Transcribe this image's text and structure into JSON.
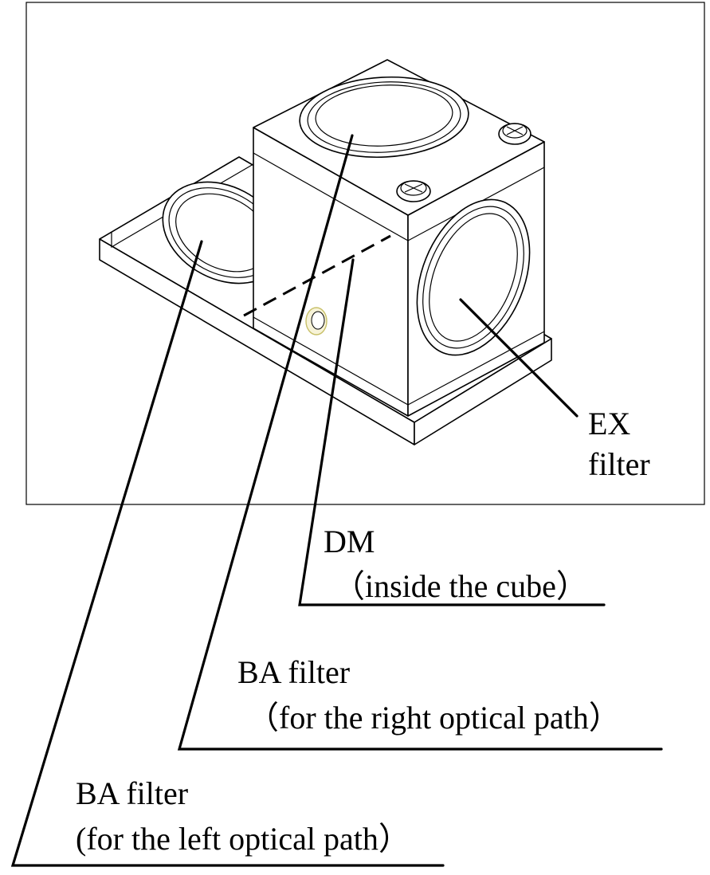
{
  "labels": {
    "ex_filter": {
      "line1": "EX",
      "line2": "filter"
    },
    "dm": {
      "line1": "DM",
      "line2": "（inside the cube）"
    },
    "ba_right": {
      "line1": "BA filter",
      "line2": "（for the right optical path）"
    },
    "ba_left": {
      "line1": "BA filter",
      "line2": "(for the left optical path）"
    }
  },
  "colors": {
    "line": "#000000",
    "background": "#ffffff",
    "hole_highlight": "#c8c068"
  }
}
